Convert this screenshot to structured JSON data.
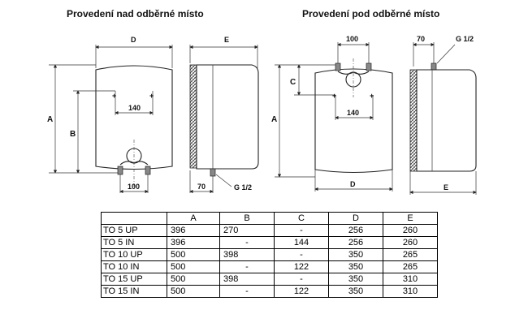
{
  "titles": {
    "left": "Provedení nad odběrné místo",
    "right": "Provedení pod odběrné místo"
  },
  "dimensions": {
    "left_front": {
      "D": "D",
      "A": "A",
      "B": "B",
      "spacing_mid": "140",
      "spacing_bottom": "100"
    },
    "left_side": {
      "E": "E",
      "depth": "70",
      "thread": "G 1/2"
    },
    "right_front": {
      "spacing_top": "100",
      "C": "C",
      "A": "A",
      "spacing_mid": "140",
      "D": "D"
    },
    "right_side": {
      "depth": "70",
      "thread": "G 1/2",
      "E": "E"
    }
  },
  "table": {
    "headers": [
      "",
      "A",
      "B",
      "C",
      "D",
      "E"
    ],
    "rows": [
      [
        "TO 5 UP",
        "396",
        "270",
        "-",
        "256",
        "260"
      ],
      [
        "TO 5 IN",
        "396",
        "-",
        "144",
        "256",
        "260"
      ],
      [
        "TO 10 UP",
        "500",
        "398",
        "-",
        "350",
        "265"
      ],
      [
        "TO 10 IN",
        "500",
        "-",
        "122",
        "350",
        "265"
      ],
      [
        "TO 15 UP",
        "500",
        "398",
        "-",
        "350",
        "310"
      ],
      [
        "TO 15 IN",
        "500",
        "-",
        "122",
        "350",
        "310"
      ]
    ]
  }
}
